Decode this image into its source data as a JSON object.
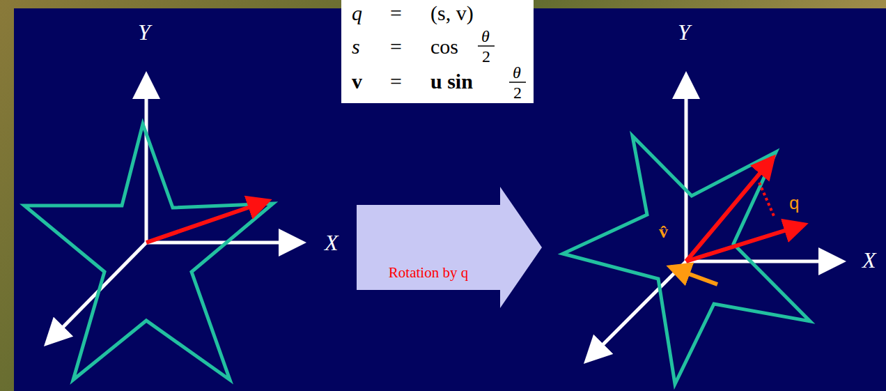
{
  "diagram": {
    "nodes": [
      {
        "text": [
          "Rotation by q"
        ]
      }
    ],
    "labels": [
      "Y",
      "X",
      "q",
      "=",
      "(s, v)",
      "s",
      "=",
      "cos",
      "θ",
      "2",
      "v",
      "=",
      "u sin",
      "θ",
      "2",
      "Y",
      "X",
      "v̂",
      "q"
    ]
  }
}
